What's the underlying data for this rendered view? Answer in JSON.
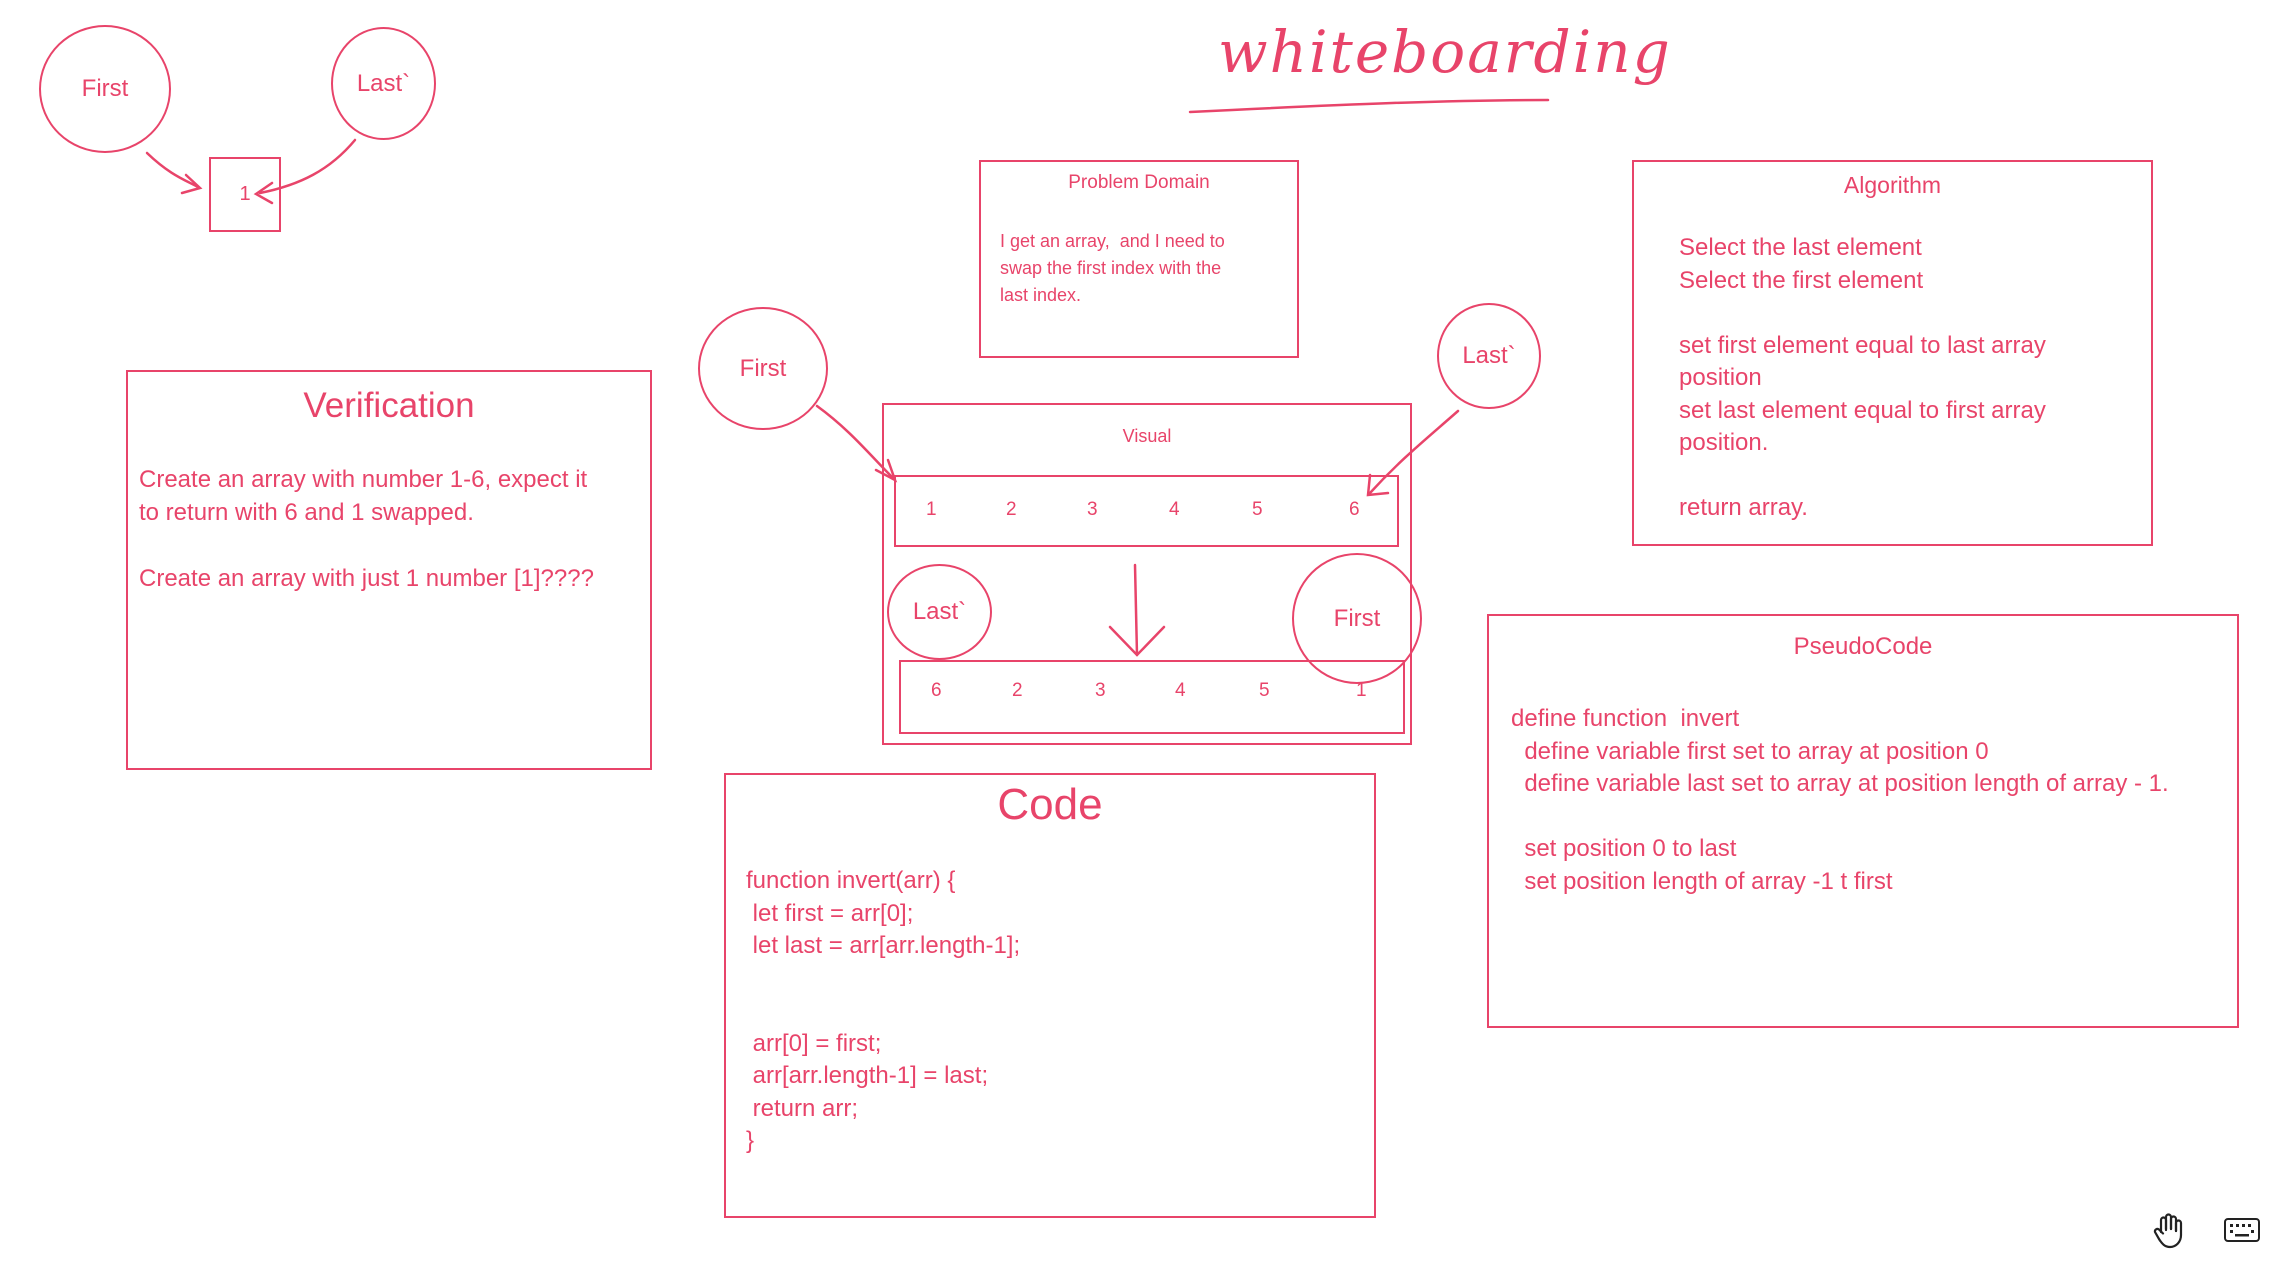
{
  "title": "whiteboarding",
  "top_example": {
    "first_label": "First",
    "last_label": "Last`",
    "cell_value": "1"
  },
  "problem_domain": {
    "heading": "Problem Domain",
    "text": "I get an array,  and I need to\nswap the first index with the\nlast index."
  },
  "algorithm": {
    "heading": "Algorithm",
    "text": "Select the last element\nSelect the first element\n\nset first element equal to last array\nposition\nset last element equal to first array\nposition.\n\nreturn array."
  },
  "verification": {
    "heading": "Verification",
    "text": "Create an array with number 1-6, expect it\nto return with 6 and 1 swapped.\n\nCreate an array with just 1 number [1]????"
  },
  "visual": {
    "heading": "Visual",
    "first_label": "First",
    "last_label": "Last`",
    "before": [
      "1",
      "2",
      "3",
      "4",
      "5",
      "6"
    ],
    "after": [
      "6",
      "2",
      "3",
      "4",
      "5",
      "1"
    ],
    "after_last_label": "Last`",
    "after_first_label": "First"
  },
  "pseudocode": {
    "heading": "PseudoCode",
    "text": "define function  invert\n  define variable first set to array at position 0\n  define variable last set to array at position length of array - 1.\n\n  set position 0 to last\n  set position length of array -1 t first"
  },
  "code": {
    "heading": "Code",
    "text": "function invert(arr) {\n let first = arr[0];\n let last = arr[arr.length-1];\n\n\n arr[0] = first;\n arr[arr.length-1] = last;\n return arr;\n}"
  },
  "toolbar": {
    "hand_icon": "hand-icon",
    "keyboard_icon": "keyboard-icon"
  },
  "colors": {
    "ink": "#e8446a",
    "background": "#ffffff"
  }
}
